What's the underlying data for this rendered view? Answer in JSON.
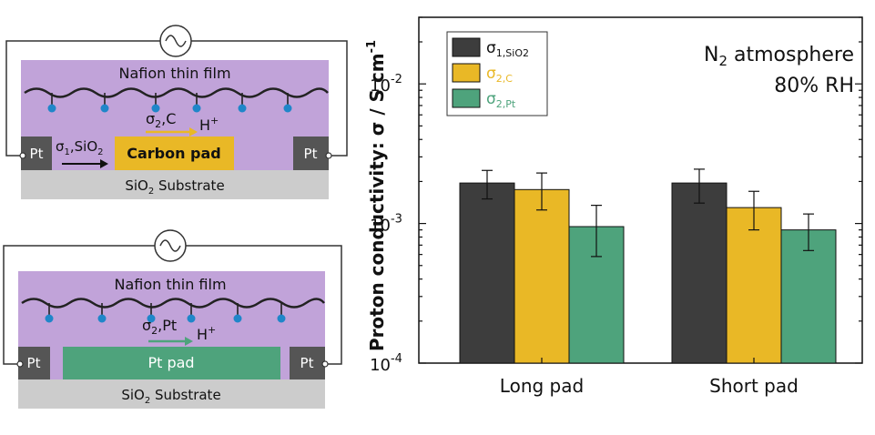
{
  "diagrams": [
    {
      "film_label": "Nafion thin film",
      "substrate_label": "SiO",
      "substrate_sub": "2",
      "substrate_suffix": " Substrate",
      "left_electrode": "Pt",
      "right_electrode": "Pt",
      "pad_label": "Carbon pad",
      "pad_sigma": "σ",
      "pad_sigma_sub": "2",
      "pad_sigma_suffix": ",C",
      "proton": "H",
      "proton_sup": "+",
      "film_sigma": "σ",
      "film_sigma_sub": "1",
      "film_sigma_suffix": ",SiO",
      "film_sigma_suffix_sub": "2",
      "colors": {
        "film": "#c1a3d9",
        "substrate": "#cccccc",
        "pad": "#e9b826",
        "electrode": "#555555",
        "arrow": "#e9b826",
        "dot": "#1f86c9"
      }
    },
    {
      "film_label": "Nafion thin film",
      "substrate_label": "SiO",
      "substrate_sub": "2",
      "substrate_suffix": " Substrate",
      "left_electrode": "Pt",
      "right_electrode": "Pt",
      "pad_label": "Pt pad",
      "pad_sigma": "σ",
      "pad_sigma_sub": "2",
      "pad_sigma_suffix": ",Pt",
      "proton": "H",
      "proton_sup": "+",
      "colors": {
        "film": "#c1a3d9",
        "substrate": "#cccccc",
        "pad": "#4ea37c",
        "electrode": "#555555",
        "arrow": "#4ea37c",
        "dot": "#1f86c9"
      }
    }
  ],
  "chart_data": {
    "type": "bar",
    "categories": [
      "Long pad",
      "Short pad"
    ],
    "series": [
      {
        "name": "σ1,SiO2",
        "name_main": "σ",
        "name_sub": "1,SiO2",
        "color": "#3d3d3d",
        "values": [
          0.00195,
          0.00195
        ],
        "err_low": [
          0.0015,
          0.0014
        ],
        "err_high": [
          0.0024,
          0.00245
        ]
      },
      {
        "name": "σ2,C",
        "name_main": "σ",
        "name_sub": "2,C",
        "color": "#e9b826",
        "values": [
          0.00175,
          0.0013
        ],
        "err_low": [
          0.00125,
          0.0009
        ],
        "err_high": [
          0.0023,
          0.0017
        ]
      },
      {
        "name": "σ2,Pt",
        "name_main": "σ",
        "name_sub": "2,Pt",
        "color": "#4ea37c",
        "values": [
          0.00095,
          0.0009
        ],
        "err_low": [
          0.00058,
          0.00064
        ],
        "err_high": [
          0.00135,
          0.00117
        ]
      }
    ],
    "yscale": "log",
    "ylim": [
      0.0001,
      0.03
    ],
    "yticks": [
      {
        "value": 0.0001,
        "base": "10",
        "exp": "-4"
      },
      {
        "value": 0.001,
        "base": "10",
        "exp": "-3"
      },
      {
        "value": 0.01,
        "base": "10",
        "exp": "-2"
      }
    ],
    "ylabel": "Proton conductivity: σ / S cm",
    "ylabel_sup": "-1",
    "annotation_line1_main": "N",
    "annotation_line1_sub": "2",
    "annotation_line1_rest": " atmosphere",
    "annotation_line2": "80% RH",
    "legend_position": "top-left",
    "grid": false
  }
}
